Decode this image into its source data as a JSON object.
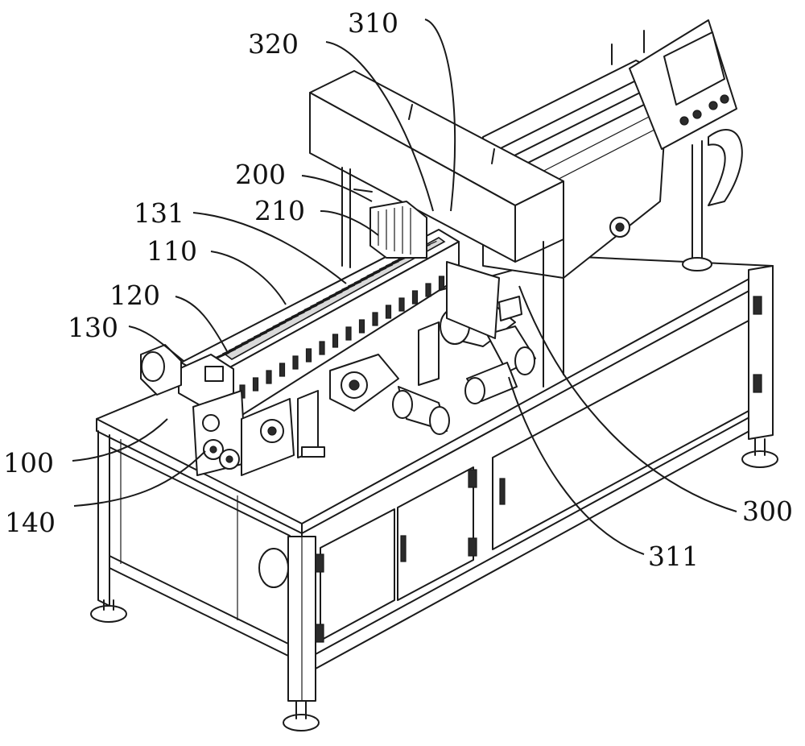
{
  "figure": {
    "type": "patent-drawing",
    "colors": {
      "line": "#1a1a1a",
      "background": "#ffffff",
      "shade": "#d9d9d9"
    }
  },
  "labels": [
    {
      "id": "310",
      "text": "310"
    },
    {
      "id": "320",
      "text": "320"
    },
    {
      "id": "200",
      "text": "200"
    },
    {
      "id": "210",
      "text": "210"
    },
    {
      "id": "131",
      "text": "131"
    },
    {
      "id": "110",
      "text": "110"
    },
    {
      "id": "120",
      "text": "120"
    },
    {
      "id": "130",
      "text": "130"
    },
    {
      "id": "100",
      "text": "100"
    },
    {
      "id": "140",
      "text": "140"
    },
    {
      "id": "300",
      "text": "300"
    },
    {
      "id": "311",
      "text": "311"
    }
  ]
}
